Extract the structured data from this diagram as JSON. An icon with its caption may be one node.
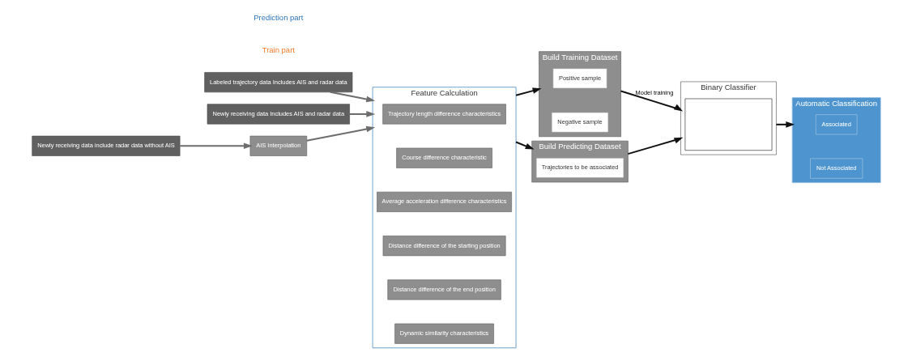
{
  "diagram": {
    "nodes": [
      {
        "text": [
          "Labeled trajectory data Includes AIS and radar data"
        ]
      },
      {
        "text": [
          "Newly receiving data Includes AIS and radar data"
        ]
      },
      {
        "text": [
          "Newly receiving data include radar data without AIS"
        ]
      },
      {
        "text": [
          "Feature Calculation"
        ]
      },
      {
        "text": [
          "Trajectory length difference characteristics"
        ],
        "in": 3
      },
      {
        "text": [
          "Course difference characteristic"
        ],
        "in": 3
      },
      {
        "text": [
          "Average acceleration difference characteristics"
        ],
        "in": 3
      },
      {
        "text": [
          "Distance difference of the starting position"
        ],
        "in": 3
      },
      {
        "text": [
          "Distance difference of the end position"
        ],
        "in": 3
      },
      {
        "text": [
          "Dynamic similarity characteristics"
        ],
        "in": 3
      },
      {
        "text": [
          "AIS Interpolation"
        ]
      },
      {
        "text": [
          "Build Training Dataset"
        ]
      },
      {
        "text": [
          "Positive sample"
        ],
        "in": 11
      },
      {
        "text": [
          "Negative sample"
        ],
        "in": 11
      },
      {
        "text": [
          "Build Predicting Dataset"
        ]
      },
      {
        "text": [
          "Trajectories to be associated"
        ],
        "in": 14
      },
      {
        "text": [
          "Binary Classifier"
        ]
      },
      {
        "text": [],
        "shape": "box",
        "in": 16
      },
      {
        "text": [
          "Automatic Classification"
        ]
      },
      {
        "text": [
          "Associated"
        ],
        "in": 18
      },
      {
        "text": [
          "Not Associated"
        ],
        "in": 18
      }
    ],
    "edges": [
      {
        "from": 0,
        "to": 3,
        "arrow": "to",
        "color": "#6d6d6d"
      },
      {
        "from": 1,
        "to": 3,
        "arrow": "to",
        "color": "#6d6d6d"
      },
      {
        "from": 2,
        "to": 10,
        "arrow": "to",
        "color": "#6d6d6d"
      },
      {
        "from": 10,
        "to": 3,
        "arrow": "to",
        "color": "#6d6d6d"
      },
      {
        "from": 3,
        "to": 11,
        "arrow": "to"
      },
      {
        "from": 3,
        "to": 14,
        "arrow": "to"
      },
      {
        "from": 11,
        "to": 16,
        "arrow": "to",
        "label": "Model training"
      },
      {
        "from": 14,
        "to": 16,
        "arrow": "to"
      },
      {
        "from": 16,
        "to": 18,
        "arrow": "to"
      }
    ],
    "labels": [
      "Train part",
      "Prediction part"
    ]
  }
}
